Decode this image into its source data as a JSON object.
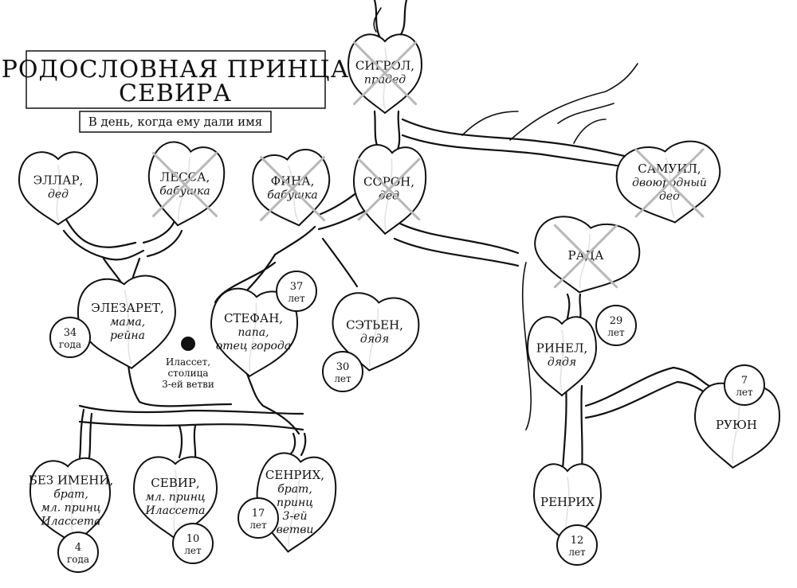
{
  "title": {
    "line1": "РОДОСЛОВНАЯ ПРИНЦА",
    "line2": "СЕВИРА",
    "subtitle": "В день, когда ему дали имя"
  },
  "location": {
    "line1": "Илассет,",
    "line2": "столица",
    "line3": "3-ей ветви"
  },
  "people": [
    {
      "id": "sigrol",
      "name": "СИГРОЛ,",
      "relation": [
        "прадед"
      ],
      "deceased": true
    },
    {
      "id": "samuil",
      "name": "САМУИЛ,",
      "relation": [
        "двоюродный",
        "дед"
      ],
      "deceased": true
    },
    {
      "id": "soron",
      "name": "СОРОН,",
      "relation": [
        "дед"
      ],
      "deceased": true
    },
    {
      "id": "fina",
      "name": "ФИНА,",
      "relation": [
        "бабушка"
      ],
      "deceased": true
    },
    {
      "id": "ellar",
      "name": "ЭЛЛАР,",
      "relation": [
        "дед"
      ],
      "deceased": false
    },
    {
      "id": "lessa",
      "name": "ЛЕССА,",
      "relation": [
        "бабушка"
      ],
      "deceased": true
    },
    {
      "id": "rada",
      "name": "РАДА",
      "relation": [],
      "deceased": true
    },
    {
      "id": "elezaret",
      "name": "ЭЛЕЗАРЕТ,",
      "relation": [
        "мама,",
        "рейна"
      ],
      "deceased": false,
      "age": {
        "num": "34",
        "unit": "года"
      }
    },
    {
      "id": "stefan",
      "name": "СТЕФАН,",
      "relation": [
        "папа,",
        "отец города"
      ],
      "deceased": false,
      "age": {
        "num": "37",
        "unit": "лет"
      }
    },
    {
      "id": "setien",
      "name": "СЭТЬЕН,",
      "relation": [
        "дядя"
      ],
      "deceased": false,
      "age": {
        "num": "30",
        "unit": "лет"
      }
    },
    {
      "id": "rinel",
      "name": "РИНЕЛ,",
      "relation": [
        "дядя"
      ],
      "deceased": false,
      "age": {
        "num": "29",
        "unit": "лет"
      }
    },
    {
      "id": "ruyon",
      "name": "РУЮН",
      "relation": [],
      "deceased": false,
      "age": {
        "num": "7",
        "unit": "лет"
      }
    },
    {
      "id": "bez_imeni",
      "name": "БЕЗ ИМЕНИ,",
      "relation": [
        "брат,",
        "мл. принц",
        "Илассета"
      ],
      "deceased": false,
      "age": {
        "num": "4",
        "unit": "года"
      }
    },
    {
      "id": "sevir",
      "name": "СЕВИР,",
      "relation": [
        "мл. принц",
        "Илассета"
      ],
      "deceased": false,
      "age": {
        "num": "10",
        "unit": "лет"
      }
    },
    {
      "id": "senrih",
      "name": "СЕНРИХ,",
      "relation": [
        "брат,",
        "принц",
        "3-ей",
        "ветви"
      ],
      "deceased": false,
      "age": {
        "num": "17",
        "unit": "лет"
      }
    },
    {
      "id": "renrih",
      "name": "РЕНРИХ",
      "relation": [],
      "deceased": false,
      "age": {
        "num": "12",
        "unit": "лет"
      }
    }
  ],
  "colors": {
    "ink": "#111111",
    "cross": "#b8b8b8",
    "paper": "#ffffff"
  }
}
